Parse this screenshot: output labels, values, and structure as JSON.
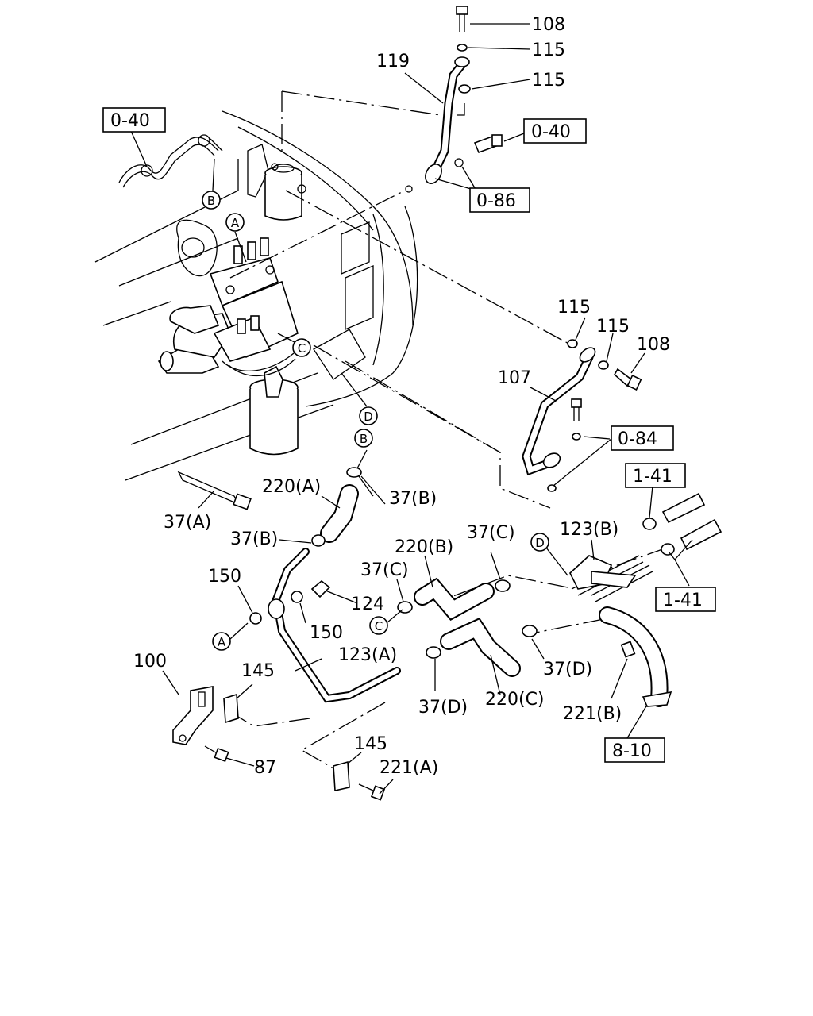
{
  "part_labels": {
    "p108_top": "108",
    "p115_a": "115",
    "p119": "119",
    "p115_b": "115",
    "p115_c": "115",
    "p115_d": "115",
    "p108_right": "108",
    "p107": "107",
    "p220a": "220(A)",
    "p37b_1": "37(B)",
    "p37a": "37(A)",
    "p37b_2": "37(B)",
    "p123b": "123(B)",
    "p37c_1": "37(C)",
    "p220b": "220(B)",
    "p37c_2": "37(C)",
    "p150_1": "150",
    "p124": "124",
    "p150_2": "150",
    "p123a": "123(A)",
    "p37d_1": "37(D)",
    "p100": "100",
    "p145_1": "145",
    "p37d_2": "37(D)",
    "p220c": "220(C)",
    "p221b": "221(B)",
    "p87": "87",
    "p145_2": "145",
    "p221a": "221(A)"
  },
  "references": {
    "ref_040_left": "0-40",
    "ref_040_right": "0-40",
    "ref_086": "0-86",
    "ref_084": "0-84",
    "ref_141_top": "1-41",
    "ref_141_bottom": "1-41",
    "ref_810": "8-10"
  },
  "callouts": {
    "a_top": "A",
    "b_top": "B",
    "c_top": "C",
    "d_top": "D",
    "b_mid": "B",
    "d_mid": "D",
    "c_mid": "C",
    "a_bottom": "A"
  }
}
